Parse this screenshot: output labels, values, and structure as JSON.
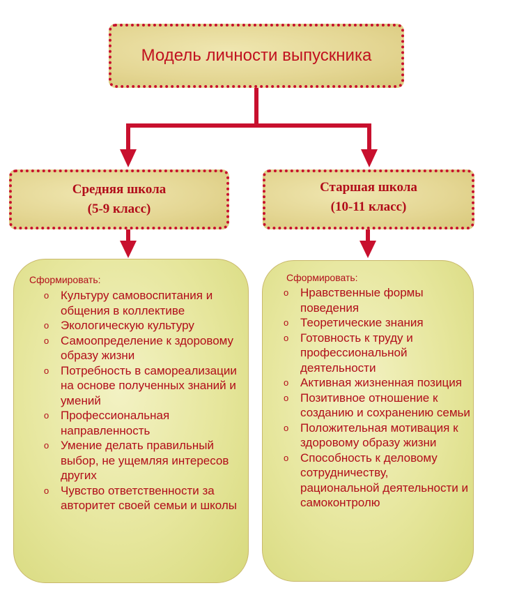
{
  "title": "Модель личности выпускника",
  "left": {
    "title_line1": "Средняя школа",
    "title_line2": "(5-9 класс)",
    "heading": "Сформировать:",
    "bullet": "o",
    "items": [
      "Культуру самовоспитания и общения в коллективе",
      "Экологическую культуру",
      "Самоопределение к здоровому образу жизни",
      "Потребность в самореализации на основе полученных знаний и умений",
      "Профессиональная направленность",
      "Умение делать правильный выбор, не ущемляя интересов других",
      "Чувство ответственности за авторитет своей семьи и школы"
    ]
  },
  "right": {
    "title_line1": "Старшая школа",
    "title_line2": "(10-11 класс)",
    "heading": "Сформировать:",
    "bullet": "o",
    "items": [
      "Нравственные формы поведения",
      "Теоретические знания",
      "Готовность к труду и профессиональной деятельности",
      "Активная жизненная позиция",
      "Позитивное отношение к созданию и сохранению семьи",
      "Положительная мотивация  к здоровому образу жизни",
      "Способность к деловому сотрудничеству, рациональной деятельности и самоконтролю"
    ]
  },
  "colors": {
    "accent": "#c8102e",
    "text": "#b10d1a",
    "box_fill": "#e4d693",
    "panel_fill": "#e6e69c"
  }
}
